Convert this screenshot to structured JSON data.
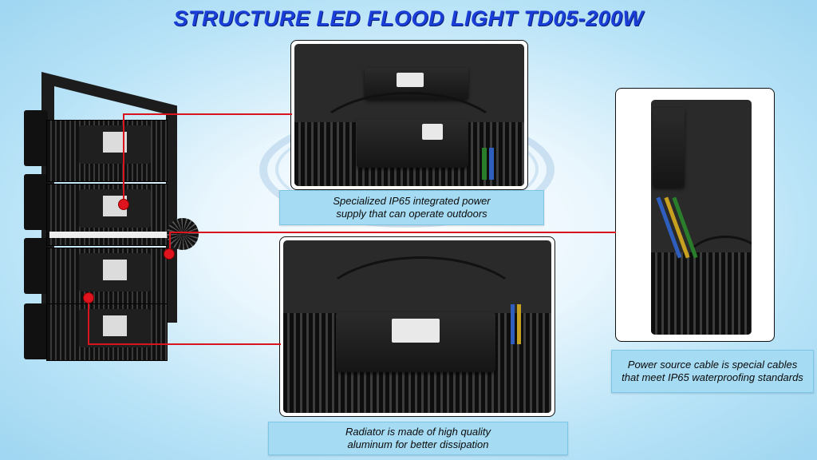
{
  "title": "STRUCTURE LED FLOOD LIGHT TD05-200W",
  "captions": {
    "power_supply": [
      "Specialized IP65 integrated power",
      "supply that can operate outdoors"
    ],
    "radiator": [
      "Radiator is made of high quality",
      "aluminum for better dissipation"
    ],
    "cable": [
      "Power source cable  is special cables",
      "that meet IP65 waterproofing standards"
    ]
  },
  "colors": {
    "title": "#1a3ed8",
    "caption_bg": "#a6dcf3",
    "connector": "#d9141e"
  },
  "icons": [
    "fixture-photo",
    "power-supply-photo",
    "radiator-photo",
    "cable-photo"
  ]
}
